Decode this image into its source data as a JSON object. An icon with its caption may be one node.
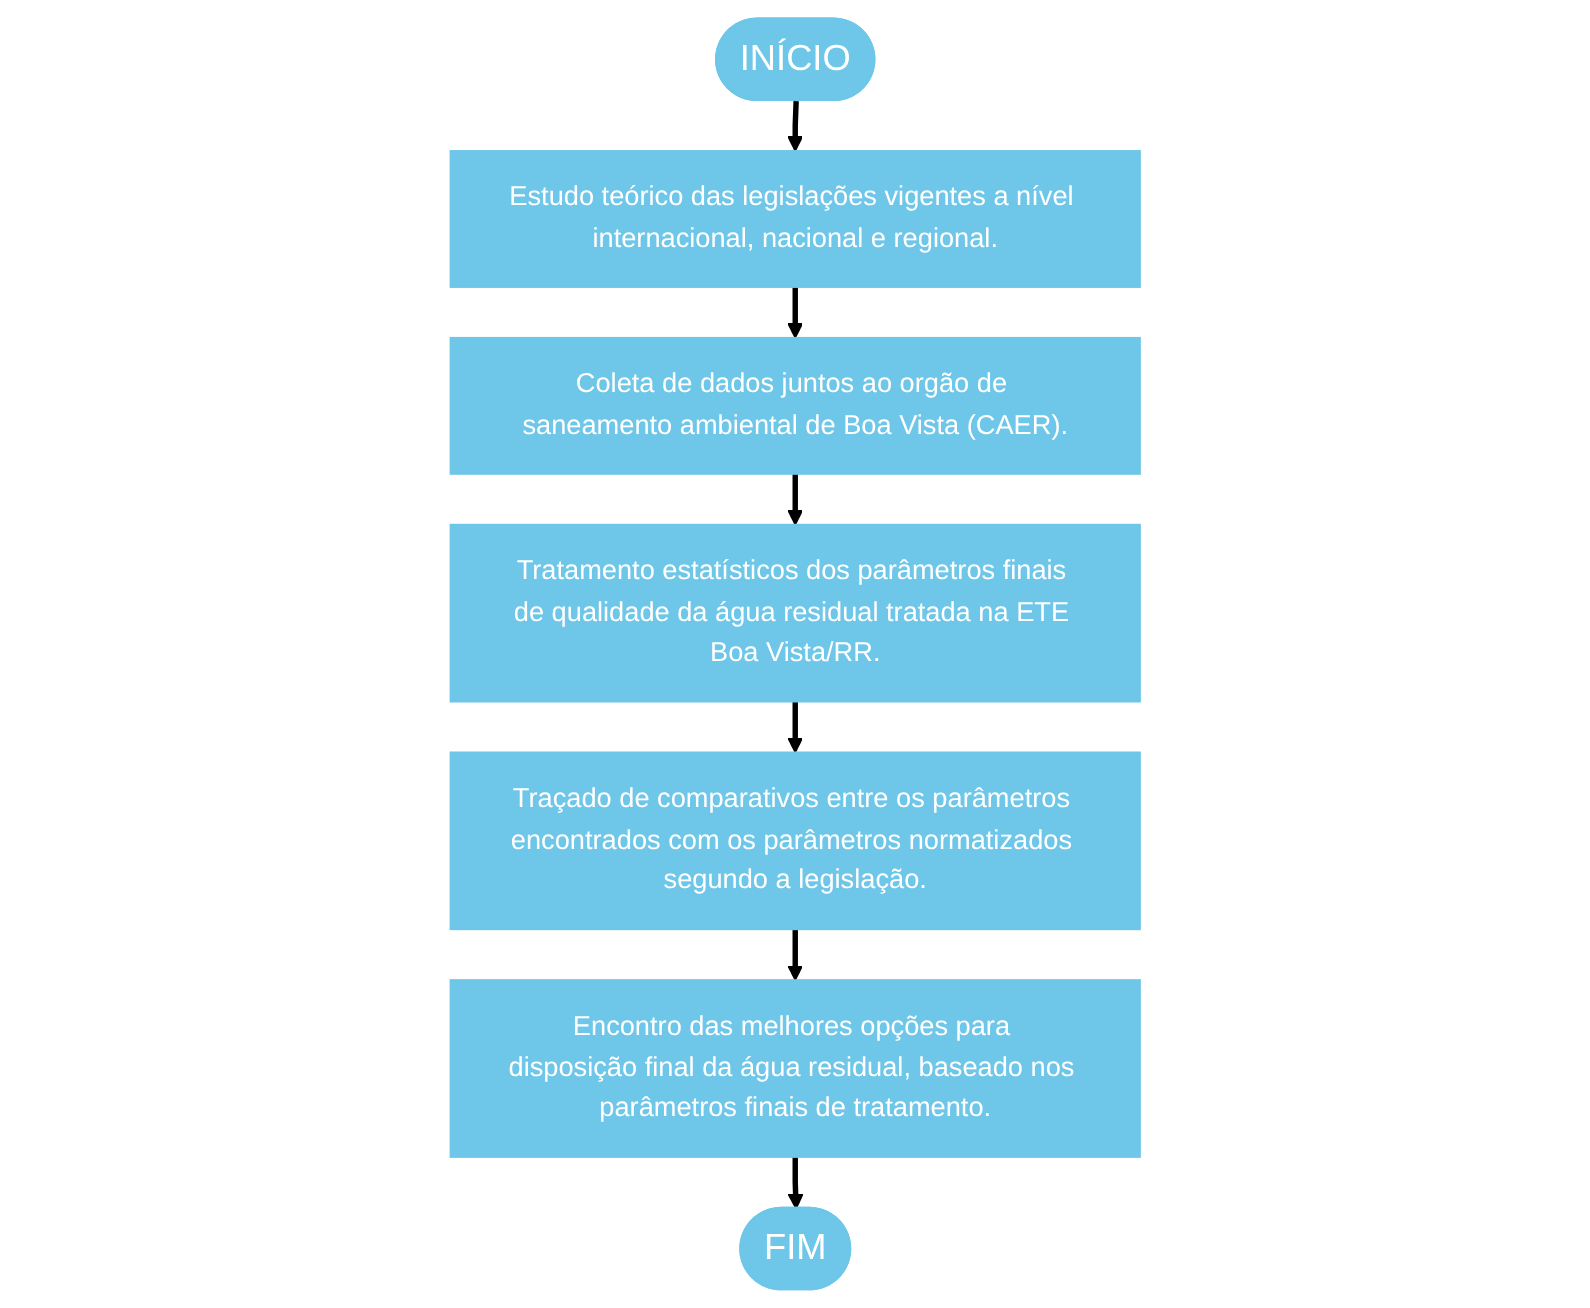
{
  "diagram": {
    "nodes": [
      {
        "text": [
          "INÍCIO"
        ]
      },
      {
        "text": [
          "Estudo teórico das legislações vigentes a nível internacional, nacional e regional."
        ]
      },
      {
        "text": [
          "Coleta de dados juntos ao orgão de saneamento ambiental de Boa Vista (CAER)."
        ]
      },
      {
        "text": [
          "Tratamento estatísticos dos parâmetros finais de qualidade da água residual tratada na ETE Boa Vista/RR."
        ]
      },
      {
        "text": [
          "Traçado de comparativos entre os parâmetros encontrados com os parâmetros normatizados segundo a legislação."
        ]
      },
      {
        "text": [
          "Encontro das melhores opções para disposição final da água residual, baseado nos parâmetros finais de tratamento."
        ]
      },
      {
        "text": [
          "FIM"
        ]
      }
    ],
    "edges": [
      {
        "from": 0,
        "to": 1,
        "arrow": "to"
      },
      {
        "from": 1,
        "to": 2,
        "arrow": "to"
      },
      {
        "from": 2,
        "to": 3,
        "arrow": "to"
      },
      {
        "from": 3,
        "to": 4,
        "arrow": "to"
      },
      {
        "from": 4,
        "to": 5,
        "arrow": "to"
      },
      {
        "from": 5,
        "to": 6,
        "arrow": "to"
      }
    ]
  }
}
